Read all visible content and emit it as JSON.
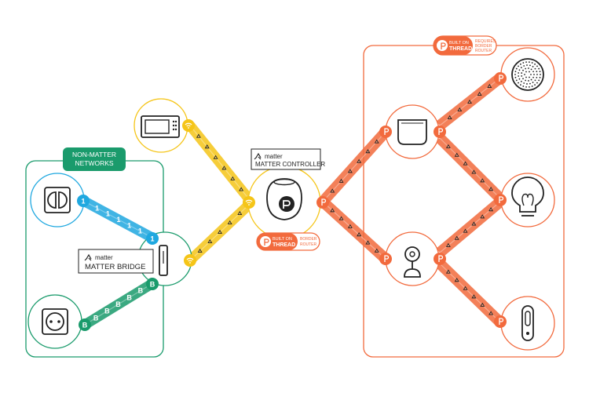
{
  "colors": {
    "green": "#1a9b6c",
    "blue": "#1fa8e0",
    "yellow": "#f5c518",
    "orange": "#f26a3d",
    "dark": "#222222",
    "gray": "#555555"
  },
  "non_matter": {
    "label_line1": "NON-MATTER",
    "label_line2": "NETWORKS"
  },
  "bridge": {
    "brand": "matter",
    "title": "MATTER BRIDGE"
  },
  "controller": {
    "brand": "matter",
    "title": "MATTER CONTROLLER"
  },
  "thread_badge_controller": {
    "built": "BUILT ON",
    "thread": "THREAD",
    "note_line1": "BORDER",
    "note_line2": "ROUTER"
  },
  "thread_badge_group": {
    "built": "BUILT ON",
    "thread": "THREAD",
    "note_line1": "REQUIRES",
    "note_line2": "BORDER",
    "note_line3": "ROUTER"
  },
  "blue_link": {
    "token": "1"
  },
  "green_link": {
    "token": "B"
  },
  "devices": {
    "switch": "light-switch-icon",
    "outlet": "power-outlet-icon",
    "bridge": "bridge-hub-icon",
    "microwave": "microwave-icon",
    "speaker": "smart-speaker-icon",
    "display": "smart-display-icon",
    "camera": "security-camera-icon",
    "smoke": "smoke-detector-icon",
    "bulb": "light-bulb-icon",
    "lock": "door-lock-icon"
  }
}
